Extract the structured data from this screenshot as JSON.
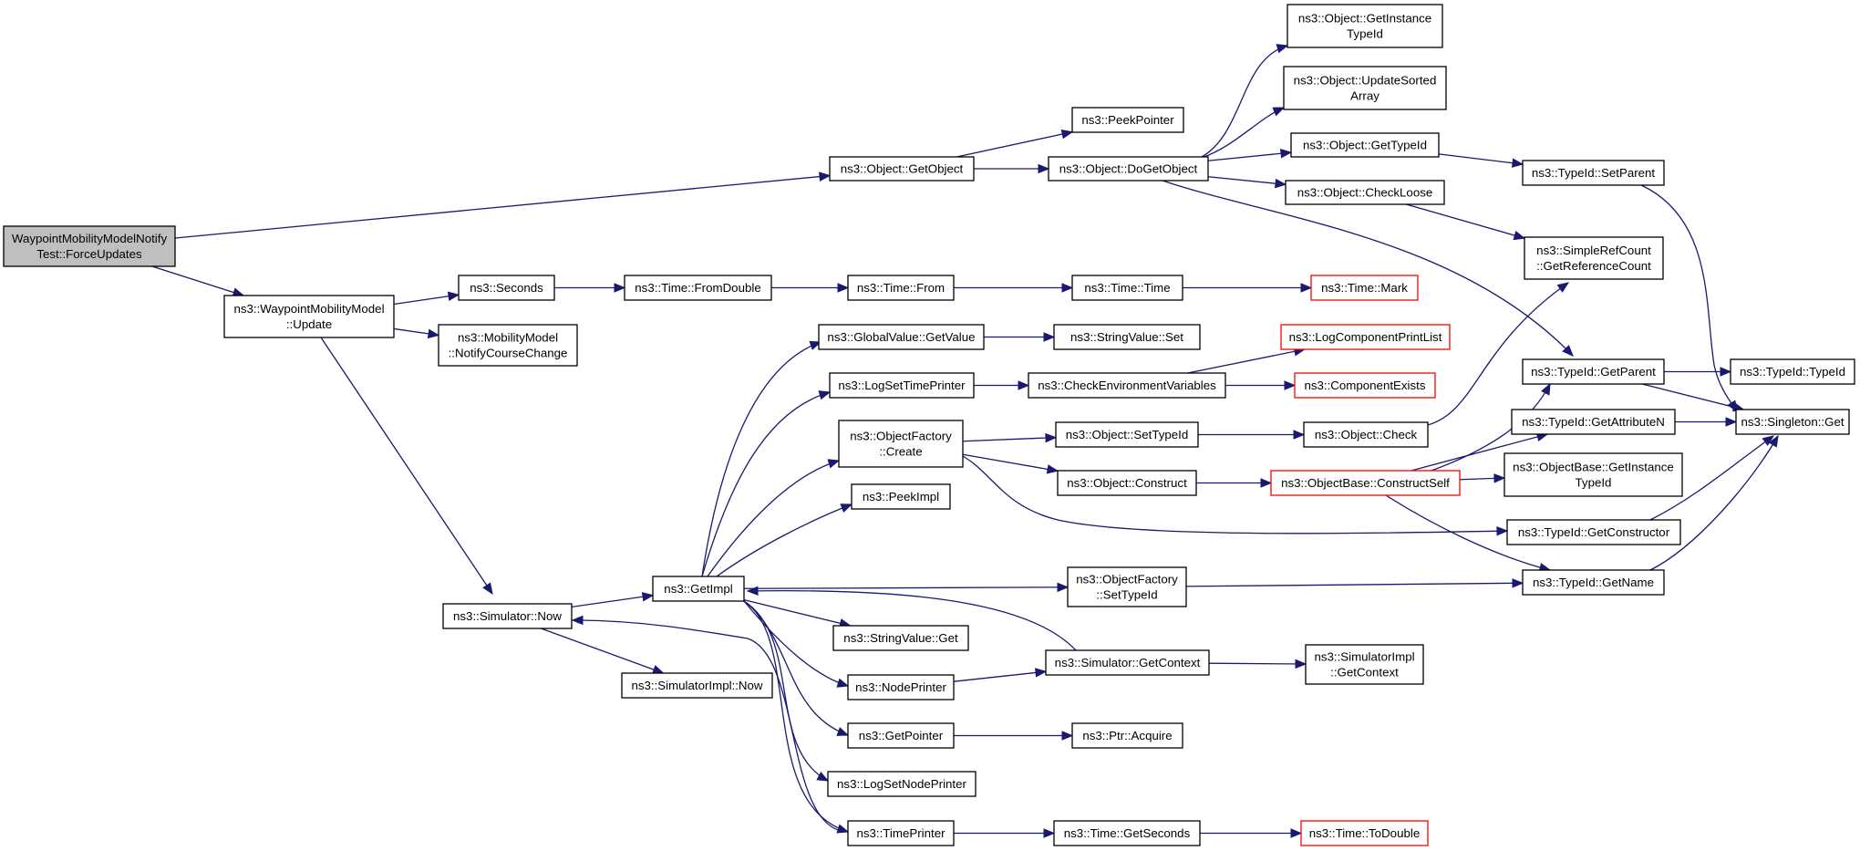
{
  "graph": {
    "root": "n_force",
    "nodes": [
      {
        "id": "n_force",
        "lines": [
          "WaypointMobilityModelNotify",
          "Test::ForceUpdates"
        ],
        "style": "root"
      },
      {
        "id": "n_getobject",
        "lines": [
          "ns3::Object::GetObject"
        ],
        "style": "normal"
      },
      {
        "id": "n_wmm_update",
        "lines": [
          "ns3::WaypointMobilityModel",
          "::Update"
        ],
        "style": "normal"
      },
      {
        "id": "n_peekpointer",
        "lines": [
          "ns3::PeekPointer"
        ],
        "style": "normal"
      },
      {
        "id": "n_dogetobject",
        "lines": [
          "ns3::Object::DoGetObject"
        ],
        "style": "normal"
      },
      {
        "id": "n_getinstancetypeid",
        "lines": [
          "ns3::Object::GetInstance",
          "TypeId"
        ],
        "style": "normal"
      },
      {
        "id": "n_updatesortedarray",
        "lines": [
          "ns3::Object::UpdateSorted",
          "Array"
        ],
        "style": "normal"
      },
      {
        "id": "n_obj_gettypeid",
        "lines": [
          "ns3::Object::GetTypeId"
        ],
        "style": "normal"
      },
      {
        "id": "n_checkloose",
        "lines": [
          "ns3::Object::CheckLoose"
        ],
        "style": "normal"
      },
      {
        "id": "n_setparent",
        "lines": [
          "ns3::TypeId::SetParent"
        ],
        "style": "normal"
      },
      {
        "id": "n_getrefcount",
        "lines": [
          "ns3::SimpleRefCount",
          "::GetReferenceCount"
        ],
        "style": "normal"
      },
      {
        "id": "n_seconds",
        "lines": [
          "ns3::Seconds"
        ],
        "style": "normal"
      },
      {
        "id": "n_fromdouble",
        "lines": [
          "ns3::Time::FromDouble"
        ],
        "style": "normal"
      },
      {
        "id": "n_timefrom",
        "lines": [
          "ns3::Time::From"
        ],
        "style": "normal"
      },
      {
        "id": "n_timetime",
        "lines": [
          "ns3::Time::Time"
        ],
        "style": "normal"
      },
      {
        "id": "n_timemark",
        "lines": [
          "ns3::Time::Mark"
        ],
        "style": "trunc"
      },
      {
        "id": "n_notifycourse",
        "lines": [
          "ns3::MobilityModel",
          "::NotifyCourseChange"
        ],
        "style": "normal"
      },
      {
        "id": "n_gv_getvalue",
        "lines": [
          "ns3::GlobalValue::GetValue"
        ],
        "style": "normal"
      },
      {
        "id": "n_sv_set",
        "lines": [
          "ns3::StringValue::Set"
        ],
        "style": "normal"
      },
      {
        "id": "n_logcomplist",
        "lines": [
          "ns3::LogComponentPrintList"
        ],
        "style": "trunc"
      },
      {
        "id": "n_logsettime",
        "lines": [
          "ns3::LogSetTimePrinter"
        ],
        "style": "normal"
      },
      {
        "id": "n_checkenv",
        "lines": [
          "ns3::CheckEnvironmentVariables"
        ],
        "style": "normal"
      },
      {
        "id": "n_compexists",
        "lines": [
          "ns3::ComponentExists"
        ],
        "style": "trunc"
      },
      {
        "id": "n_tid_getparent",
        "lines": [
          "ns3::TypeId::GetParent"
        ],
        "style": "normal"
      },
      {
        "id": "n_tid_typeid",
        "lines": [
          "ns3::TypeId::TypeId"
        ],
        "style": "normal"
      },
      {
        "id": "n_of_create",
        "lines": [
          "ns3::ObjectFactory",
          "::Create"
        ],
        "style": "normal"
      },
      {
        "id": "n_obj_settypeid",
        "lines": [
          "ns3::Object::SetTypeId"
        ],
        "style": "normal"
      },
      {
        "id": "n_obj_check",
        "lines": [
          "ns3::Object::Check"
        ],
        "style": "normal"
      },
      {
        "id": "n_getattrn",
        "lines": [
          "ns3::TypeId::GetAttributeN"
        ],
        "style": "normal"
      },
      {
        "id": "n_singleton",
        "lines": [
          "ns3::Singleton::Get"
        ],
        "style": "normal"
      },
      {
        "id": "n_obj_construct",
        "lines": [
          "ns3::Object::Construct"
        ],
        "style": "normal"
      },
      {
        "id": "n_constructself",
        "lines": [
          "ns3::ObjectBase::ConstructSelf"
        ],
        "style": "trunc"
      },
      {
        "id": "n_ob_getinst",
        "lines": [
          "ns3::ObjectBase::GetInstance",
          "TypeId"
        ],
        "style": "normal"
      },
      {
        "id": "n_peekimpl",
        "lines": [
          "ns3::PeekImpl"
        ],
        "style": "normal"
      },
      {
        "id": "n_getconstructor",
        "lines": [
          "ns3::TypeId::GetConstructor"
        ],
        "style": "normal"
      },
      {
        "id": "n_of_settypeid",
        "lines": [
          "ns3::ObjectFactory",
          "::SetTypeId"
        ],
        "style": "normal"
      },
      {
        "id": "n_getname",
        "lines": [
          "ns3::TypeId::GetName"
        ],
        "style": "normal"
      },
      {
        "id": "n_getimpl",
        "lines": [
          "ns3::GetImpl"
        ],
        "style": "normal"
      },
      {
        "id": "n_sim_now",
        "lines": [
          "ns3::Simulator::Now"
        ],
        "style": "normal"
      },
      {
        "id": "n_sv_get",
        "lines": [
          "ns3::StringValue::Get"
        ],
        "style": "normal"
      },
      {
        "id": "n_sim_getcontext",
        "lines": [
          "ns3::Simulator::GetContext"
        ],
        "style": "normal"
      },
      {
        "id": "n_simimpl_getcontext",
        "lines": [
          "ns3::SimulatorImpl",
          "::GetContext"
        ],
        "style": "normal"
      },
      {
        "id": "n_simimpl_now",
        "lines": [
          "ns3::SimulatorImpl::Now"
        ],
        "style": "normal"
      },
      {
        "id": "n_nodeprinter",
        "lines": [
          "ns3::NodePrinter"
        ],
        "style": "normal"
      },
      {
        "id": "n_getpointer",
        "lines": [
          "ns3::GetPointer"
        ],
        "style": "normal"
      },
      {
        "id": "n_ptr_acquire",
        "lines": [
          "ns3::Ptr::Acquire"
        ],
        "style": "normal"
      },
      {
        "id": "n_logsetnode",
        "lines": [
          "ns3::LogSetNodePrinter"
        ],
        "style": "normal"
      },
      {
        "id": "n_timeprinter",
        "lines": [
          "ns3::TimePrinter"
        ],
        "style": "normal"
      },
      {
        "id": "n_getseconds",
        "lines": [
          "ns3::Time::GetSeconds"
        ],
        "style": "normal"
      },
      {
        "id": "n_todouble",
        "lines": [
          "ns3::Time::ToDouble"
        ],
        "style": "trunc"
      }
    ],
    "edges": [
      {
        "from": "n_force",
        "to": "n_getobject"
      },
      {
        "from": "n_force",
        "to": "n_wmm_update"
      },
      {
        "from": "n_getobject",
        "to": "n_peekpointer"
      },
      {
        "from": "n_getobject",
        "to": "n_dogetobject"
      },
      {
        "from": "n_dogetobject",
        "to": "n_getinstancetypeid"
      },
      {
        "from": "n_dogetobject",
        "to": "n_updatesortedarray"
      },
      {
        "from": "n_dogetobject",
        "to": "n_obj_gettypeid"
      },
      {
        "from": "n_dogetobject",
        "to": "n_checkloose"
      },
      {
        "from": "n_dogetobject",
        "to": "n_tid_getparent"
      },
      {
        "from": "n_obj_gettypeid",
        "to": "n_setparent"
      },
      {
        "from": "n_setparent",
        "to": "n_singleton"
      },
      {
        "from": "n_checkloose",
        "to": "n_getrefcount"
      },
      {
        "from": "n_wmm_update",
        "to": "n_seconds"
      },
      {
        "from": "n_wmm_update",
        "to": "n_notifycourse"
      },
      {
        "from": "n_wmm_update",
        "to": "n_sim_now"
      },
      {
        "from": "n_seconds",
        "to": "n_fromdouble"
      },
      {
        "from": "n_fromdouble",
        "to": "n_timefrom"
      },
      {
        "from": "n_timefrom",
        "to": "n_timetime"
      },
      {
        "from": "n_timetime",
        "to": "n_timemark"
      },
      {
        "from": "n_gv_getvalue",
        "to": "n_sv_set"
      },
      {
        "from": "n_logsettime",
        "to": "n_checkenv"
      },
      {
        "from": "n_checkenv",
        "to": "n_logcomplist"
      },
      {
        "from": "n_checkenv",
        "to": "n_compexists"
      },
      {
        "from": "n_tid_getparent",
        "to": "n_tid_typeid"
      },
      {
        "from": "n_tid_getparent",
        "to": "n_singleton"
      },
      {
        "from": "n_of_create",
        "to": "n_obj_settypeid"
      },
      {
        "from": "n_of_create",
        "to": "n_obj_construct"
      },
      {
        "from": "n_of_create",
        "to": "n_getconstructor"
      },
      {
        "from": "n_obj_settypeid",
        "to": "n_obj_check"
      },
      {
        "from": "n_obj_check",
        "to": "n_getrefcount"
      },
      {
        "from": "n_getattrn",
        "to": "n_singleton"
      },
      {
        "from": "n_obj_construct",
        "to": "n_constructself"
      },
      {
        "from": "n_constructself",
        "to": "n_tid_getparent"
      },
      {
        "from": "n_constructself",
        "to": "n_getattrn"
      },
      {
        "from": "n_constructself",
        "to": "n_ob_getinst"
      },
      {
        "from": "n_constructself",
        "to": "n_getname"
      },
      {
        "from": "n_getconstructor",
        "to": "n_singleton"
      },
      {
        "from": "n_of_settypeid",
        "to": "n_getname"
      },
      {
        "from": "n_getname",
        "to": "n_singleton"
      },
      {
        "from": "n_sim_now",
        "to": "n_getimpl"
      },
      {
        "from": "n_sim_now",
        "to": "n_simimpl_now"
      },
      {
        "from": "n_getimpl",
        "to": "n_gv_getvalue"
      },
      {
        "from": "n_getimpl",
        "to": "n_logsettime"
      },
      {
        "from": "n_getimpl",
        "to": "n_of_create"
      },
      {
        "from": "n_getimpl",
        "to": "n_peekimpl"
      },
      {
        "from": "n_getimpl",
        "to": "n_of_settypeid"
      },
      {
        "from": "n_getimpl",
        "to": "n_sv_get"
      },
      {
        "from": "n_getimpl",
        "to": "n_nodeprinter"
      },
      {
        "from": "n_getimpl",
        "to": "n_getpointer"
      },
      {
        "from": "n_getimpl",
        "to": "n_logsetnode"
      },
      {
        "from": "n_getimpl",
        "to": "n_timeprinter"
      },
      {
        "from": "n_nodeprinter",
        "to": "n_sim_getcontext"
      },
      {
        "from": "n_sim_getcontext",
        "to": "n_getimpl"
      },
      {
        "from": "n_sim_getcontext",
        "to": "n_simimpl_getcontext"
      },
      {
        "from": "n_getpointer",
        "to": "n_ptr_acquire"
      },
      {
        "from": "n_timeprinter",
        "to": "n_sim_now"
      },
      {
        "from": "n_timeprinter",
        "to": "n_getseconds"
      },
      {
        "from": "n_getseconds",
        "to": "n_todouble"
      }
    ]
  },
  "colors": {
    "edge": "#191970",
    "node_border": "#000000",
    "truncated_border": "#ff0000",
    "root_fill": "#bfbfbf",
    "node_fill": "#ffffff"
  }
}
